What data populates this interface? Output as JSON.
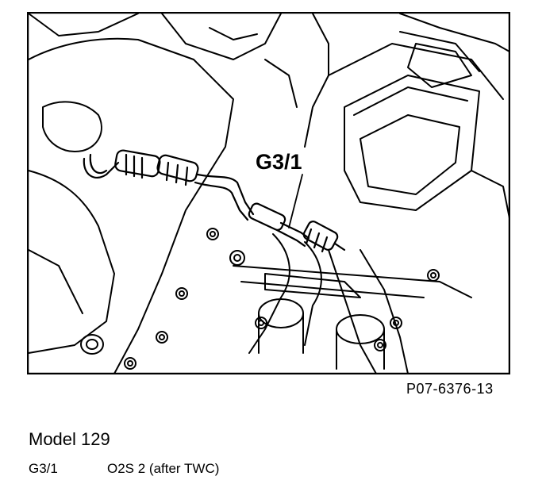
{
  "figure": {
    "callout_label": "G3/1",
    "figure_id": "P07-6376-13"
  },
  "caption": {
    "title": "Model 129",
    "legend": [
      {
        "code": "G3/1",
        "description": "O2S 2 (after TWC)"
      }
    ]
  }
}
